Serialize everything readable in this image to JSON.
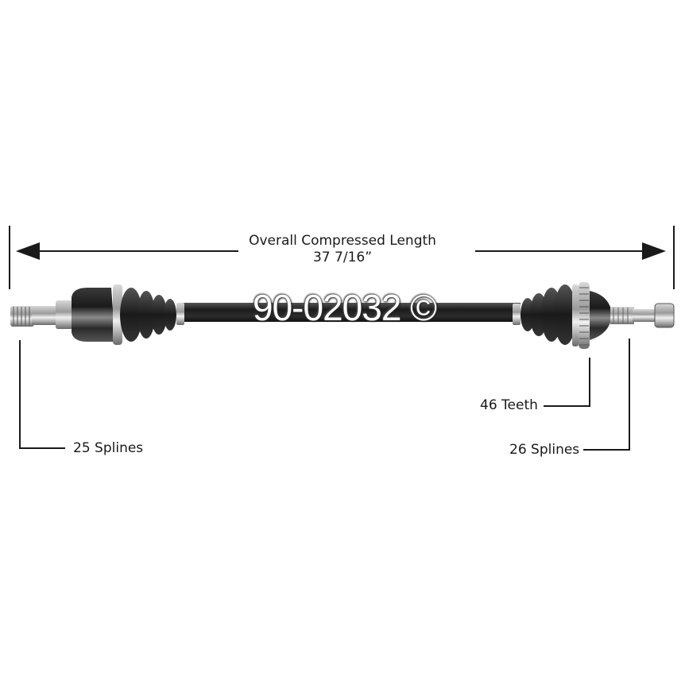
{
  "dimension": {
    "title_line1": "Overall Compressed Length",
    "title_line2": "37 7/16”"
  },
  "watermark": "90-02032 ©",
  "callouts": {
    "left_splines": "25 Splines",
    "abs_teeth": "46 Teeth",
    "right_splines": "26 Splines"
  },
  "colors": {
    "line": "#1a1a1a",
    "shaft_dark": "#2a2a2a",
    "metal": "#9a9a9a",
    "background": "#ffffff"
  }
}
